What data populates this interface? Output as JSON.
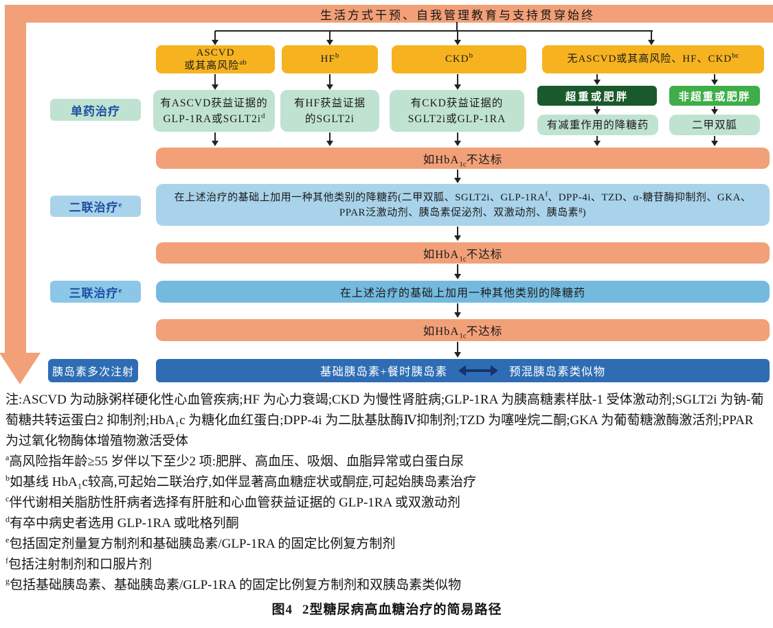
{
  "banner": "生活方式干预、自我管理教育与支持贯穿始终",
  "stage_labels": {
    "mono": "单药治疗",
    "dual": "二联治疗",
    "dual_sup": "e",
    "triple": "三联治疗",
    "triple_sup": "e",
    "insulin": "胰岛素多次注射"
  },
  "conditions": {
    "ascvd": {
      "line1": "ASCVD",
      "line2": "或其高风险",
      "sup": "ab"
    },
    "hf": {
      "text": "HF",
      "sup": "b"
    },
    "ckd": {
      "text": "CKD",
      "sup": "b"
    },
    "none": {
      "text": "无ASCVD或其高风险、HF、CKD",
      "sup": "bc"
    }
  },
  "monotherapy": {
    "ascvd": {
      "line1": "有ASCVD获益证据的",
      "line2": "GLP-1RA或SGLT2i",
      "sup": "d"
    },
    "hf": {
      "line1": "有HF获益证据",
      "line2": "的SGLT2i"
    },
    "ckd": {
      "line1": "有CKD获益证据的",
      "line2": "SGLT2i或GLP-1RA"
    },
    "overweight": "超重或肥胖",
    "not_overweight": "非超重或肥胖",
    "weight_drug": "有减重作用的降糖药",
    "metformin": "二甲双胍"
  },
  "hba1c_bar": {
    "pre": "如HbA",
    "sub": "1c",
    "post": "不达标"
  },
  "dual_band": {
    "l1a": "在上述治疗的基础上加用一种其他类别的降糖药(二甲双胍、SGLT2i、GLP-1RA",
    "l1sup": "f",
    "l1b": "、DPP-4i、TZD、α-糖苷酶抑制剂、GKA、",
    "l2a": "PPAR泛激动剂、胰岛素促泌剂、双激动剂、胰岛素",
    "l2sup": "g",
    "l2b": ")"
  },
  "triple_band": "在上述治疗的基础上加用一种其他类别的降糖药",
  "insulin_bar": {
    "left": "基础胰岛素+餐时胰岛素",
    "right": "预混胰岛素类似物"
  },
  "notes": {
    "legend": "注:ASCVD 为动脉粥样硬化性心血管疾病;HF 为心力衰竭;CKD 为慢性肾脏病;GLP-1RA 为胰高糖素样肽-1 受体激动剂;SGLT2i 为钠-葡萄糖共转运蛋白2 抑制剂;HbA₁c 为糖化血红蛋白;DPP-4i 为二肽基肽酶Ⅳ抑制剂;TZD 为噻唑烷二酮;GKA 为葡萄糖激酶激活剂;PPAR 为过氧化物酶体增殖物激活受体",
    "footnotes": [
      {
        "marker": "a",
        "text": "高风险指年龄≥55 岁伴以下至少2 项:肥胖、高血压、吸烟、血脂异常或白蛋白尿"
      },
      {
        "marker": "b",
        "text": "如基线 HbA₁c较高,可起始二联治疗,如伴显著高血糖症状或酮症,可起始胰岛素治疗"
      },
      {
        "marker": "c",
        "text": "伴代谢相关脂肪性肝病者选择有肝脏和心血管获益证据的 GLP-1RA 或双激动剂"
      },
      {
        "marker": "d",
        "text": "有卒中病史者选用 GLP-1RA 或吡格列酮"
      },
      {
        "marker": "e",
        "text": "包括固定剂量复方制剂和基础胰岛素/GLP-1RA 的固定比例复方制剂"
      },
      {
        "marker": "f",
        "text": "包括注射制剂和口服片剂"
      },
      {
        "marker": "g",
        "text": "包括基础胰岛素、基础胰岛素/GLP-1RA 的固定比例复方制剂和双胰岛素类似物"
      }
    ],
    "caption_bold": "图4",
    "caption_text": "2型糖尿病高血糖治疗的简易路径"
  },
  "colors": {
    "salmon": "#F2A078",
    "yellow": "#F6B31F",
    "pale_green": "#C0E3D1",
    "dark_green": "#19592B",
    "bright_green": "#3FAE49",
    "light_blue": "#A9D3EA",
    "mid_blue": "#74BADF",
    "dark_blue": "#2E6DB4",
    "label_blue": "#1D4FA1",
    "navy_arrow": "#16336E",
    "line_black": "#222222"
  }
}
